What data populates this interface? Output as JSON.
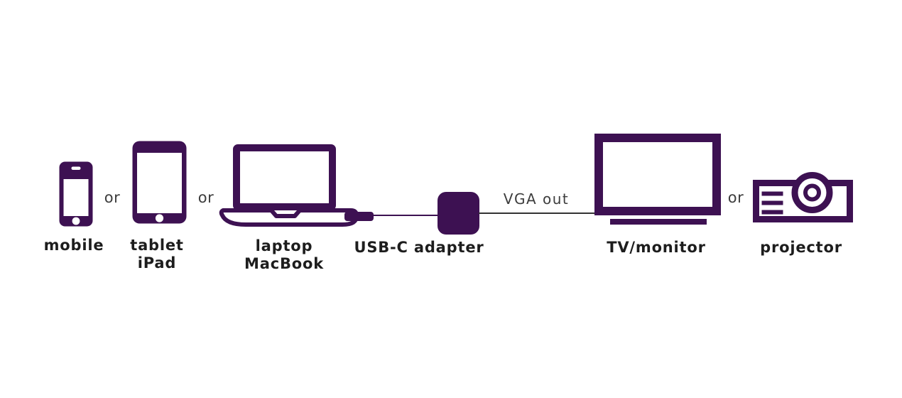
{
  "colors": {
    "purple": "#3d1152",
    "label": "#1d1d1d",
    "muted": "#3d3d3d",
    "line": "#333333",
    "background": "#ffffff"
  },
  "diagram": {
    "devices": {
      "mobile": {
        "label": "mobile",
        "icon": "smartphone-icon"
      },
      "tablet": {
        "label_line1": "tablet",
        "label_line2": "iPad",
        "icon": "tablet-icon"
      },
      "laptop": {
        "label_line1": "laptop",
        "label_line2": "MacBook",
        "icon": "laptop-icon"
      },
      "adapter": {
        "label": "USB-C adapter",
        "icon": "usb-c-adapter-icon"
      },
      "tv": {
        "label": "TV/monitor",
        "icon": "tv-monitor-icon"
      },
      "projector": {
        "label": "projector",
        "icon": "projector-icon"
      }
    },
    "separators": {
      "or1": "or",
      "or2": "or",
      "or3": "or"
    },
    "connection_label": "VGA out"
  }
}
